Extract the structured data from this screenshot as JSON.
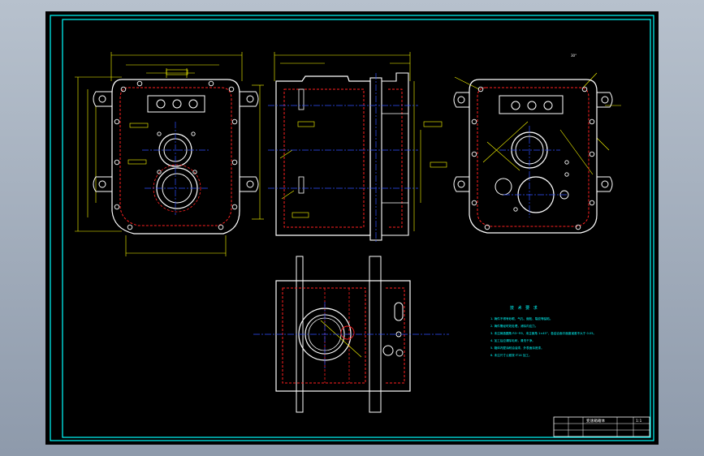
{
  "window": {
    "background": "#a9b4c2",
    "sheet_color": "#000000",
    "frame_color": "#00ffff"
  },
  "drawing": {
    "angle_label": "30°",
    "notes_title": "技 术 要 求",
    "notes": [
      "1. 铸件不得有砂眼、气孔、缩松、裂纹等缺陷。",
      "2. 铸件需经时效处理，消除内应力。",
      "3. 未注铸造圆角 R3~R5，未注倒角 1×45°，各结合面平面度误差不大于 0.05。",
      "4. 加工后应清除毛刺，清洗干净。",
      "5. 箱体内壁涂耐油油漆，外表面涂底漆。",
      "6. 未注尺寸公差按 IT14 加工。"
    ],
    "title_block": {
      "name": "变速箱箱体",
      "scale": "1:1"
    }
  },
  "colors": {
    "outline": "#ffffff",
    "hidden": "#ff2020",
    "center": "#3050ff",
    "dimension": "#ffff00",
    "text_cyan": "#00ffff"
  }
}
